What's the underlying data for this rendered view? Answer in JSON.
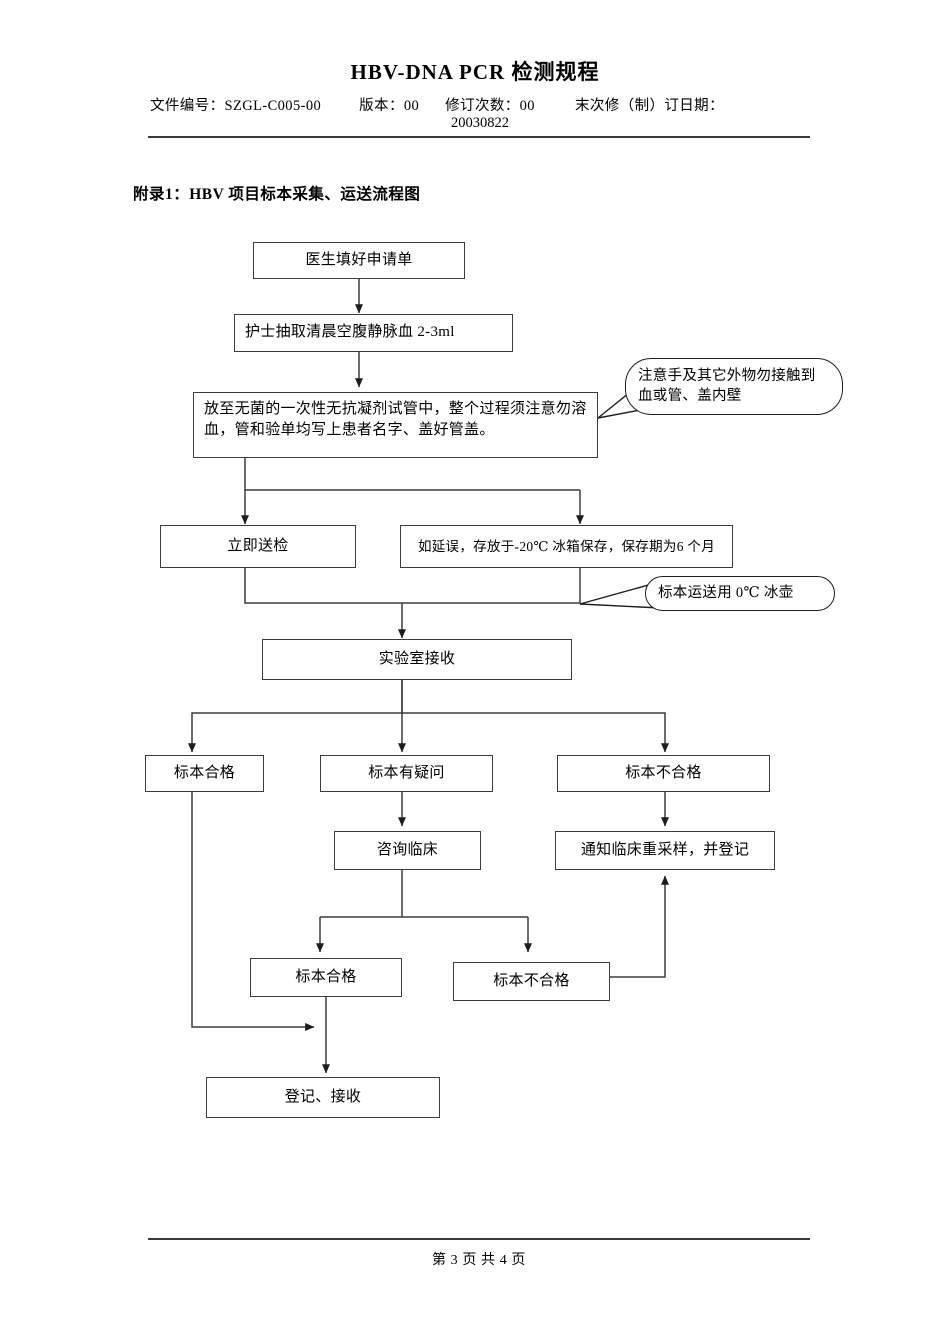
{
  "document": {
    "title": "HBV-DNA  PCR 检测规程",
    "meta": {
      "doc_no_label": "文件编号：",
      "doc_no_value": "SZGL-C005-00",
      "version_label": "版本：",
      "version_value": "00",
      "revision_label": "修订次数：",
      "revision_value": "00",
      "last_revised_label": "末次修（制）订日期：",
      "last_revised_value": "20030822"
    },
    "footer": {
      "page_text": "第 3 页 共 4 页"
    }
  },
  "appendix": {
    "heading": "附录1：HBV 项目标本采集、运送流程图"
  },
  "chart_data": {
    "type": "diagram",
    "title": "附录1：HBV 项目标本采集、运送流程图",
    "nodes": [
      {
        "id": "n1",
        "label": "医生填好申请单"
      },
      {
        "id": "n2",
        "label": "护士抽取清晨空腹静脉血 2-3ml"
      },
      {
        "id": "n3",
        "label": "放至无菌的一次性无抗凝剂试管中，整个过程须注意勿溶血，管和验单均写上患者名字、盖好管盖。"
      },
      {
        "id": "n4",
        "label": "立即送检"
      },
      {
        "id": "n5",
        "label": "如延误，存放于-20℃ 冰箱保存，保存期为6 个月"
      },
      {
        "id": "n6",
        "label": "实验室接收"
      },
      {
        "id": "n7",
        "label": "标本合格"
      },
      {
        "id": "n8",
        "label": "标本有疑问"
      },
      {
        "id": "n9",
        "label": "标本不合格"
      },
      {
        "id": "n10",
        "label": "咨询临床"
      },
      {
        "id": "n11",
        "label": "通知临床重采样，并登记"
      },
      {
        "id": "n12",
        "label": "标本合格"
      },
      {
        "id": "n13",
        "label": "标本不合格"
      },
      {
        "id": "n14",
        "label": "登记、接收"
      }
    ],
    "callouts": [
      {
        "id": "c1",
        "label": "注意手及其它外物勿接触到血或管、盖内壁",
        "attached_to": "n3"
      },
      {
        "id": "c2",
        "label": "标本运送用 0℃ 冰壶",
        "attached_to": "n5"
      }
    ],
    "edges": [
      {
        "from": "n1",
        "to": "n2"
      },
      {
        "from": "n2",
        "to": "n3"
      },
      {
        "from": "n3",
        "to": "n4"
      },
      {
        "from": "n3",
        "to": "n5"
      },
      {
        "from": "n4",
        "to": "n6"
      },
      {
        "from": "n5",
        "to": "n6"
      },
      {
        "from": "n6",
        "to": "n7"
      },
      {
        "from": "n6",
        "to": "n8"
      },
      {
        "from": "n6",
        "to": "n9"
      },
      {
        "from": "n8",
        "to": "n10"
      },
      {
        "from": "n9",
        "to": "n11"
      },
      {
        "from": "n10",
        "to": "n12"
      },
      {
        "from": "n10",
        "to": "n13"
      },
      {
        "from": "n13",
        "to": "n11"
      },
      {
        "from": "n7",
        "to": "n14"
      },
      {
        "from": "n12",
        "to": "n14"
      }
    ],
    "line_color": "#3c3c3c"
  }
}
